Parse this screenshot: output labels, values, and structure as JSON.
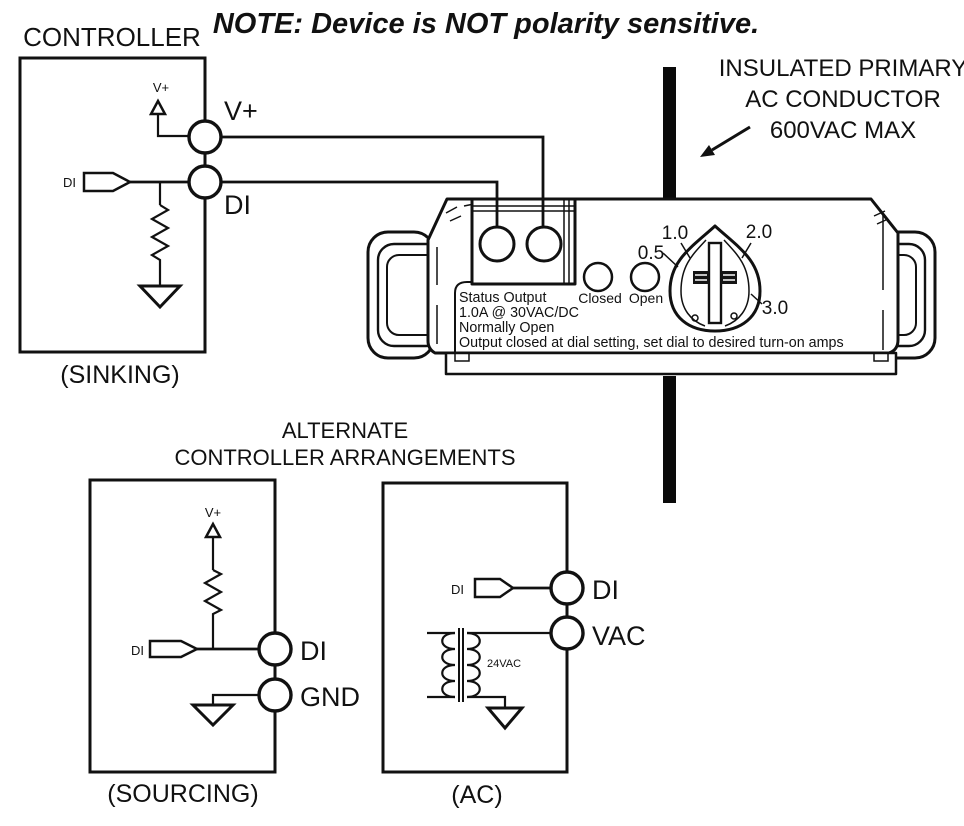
{
  "note": "NOTE: Device is NOT polarity sensitive.",
  "conductor": {
    "line1": "INSULATED PRIMARY",
    "line2": "AC CONDUCTOR",
    "line3": "600VAC MAX"
  },
  "controller_sinking": {
    "title": "CONTROLLER",
    "caption": "(SINKING)",
    "internal_vplus": "V+",
    "internal_di": "DI",
    "terminal_vplus": "V+",
    "terminal_di": "DI"
  },
  "device": {
    "status_line1": "Status Output",
    "status_line2": "1.0A @ 30VAC/DC",
    "status_line3": "Normally Open",
    "status_line4": "Output closed at dial setting, set dial to desired turn-on amps",
    "led_closed": "Closed",
    "led_open": "Open",
    "dial": {
      "v05": "0.5",
      "v10": "1.0",
      "v20": "2.0",
      "v30": "3.0"
    }
  },
  "alternate": {
    "heading_line1": "ALTERNATE",
    "heading_line2": "CONTROLLER ARRANGEMENTS",
    "sourcing": {
      "caption": "(SOURCING)",
      "internal_vplus": "V+",
      "internal_di": "DI",
      "terminal_di": "DI",
      "terminal_gnd": "GND"
    },
    "ac": {
      "caption": "(AC)",
      "internal_di": "DI",
      "transformer_label": "24VAC",
      "terminal_di": "DI",
      "terminal_vac": "VAC"
    }
  },
  "colors": {
    "ink": "#111111",
    "background": "#ffffff"
  }
}
